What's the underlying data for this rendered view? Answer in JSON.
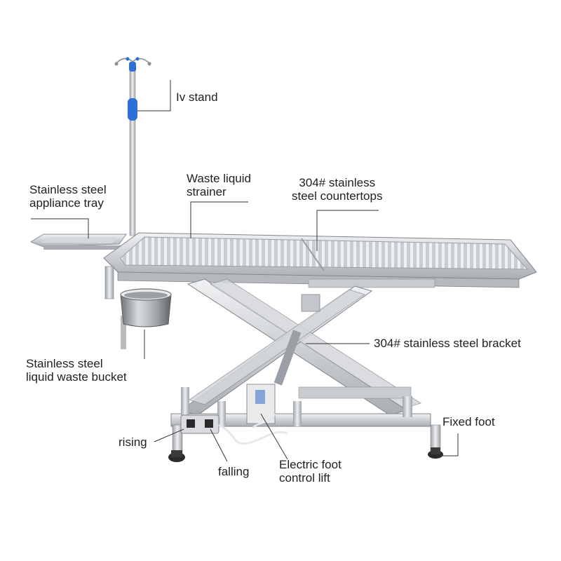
{
  "labels": {
    "iv_stand": "Iv stand",
    "waste_strainer": [
      "Waste liquid",
      "strainer"
    ],
    "countertops": [
      "304# stainless",
      "steel countertops"
    ],
    "appliance_tray": [
      "Stainless steel",
      "appliance tray"
    ],
    "bracket": "304# stainless steel bracket",
    "bucket": [
      "Stainless steel",
      "liquid waste bucket"
    ],
    "fixed_foot": "Fixed foot",
    "rising": "rising",
    "falling": "falling",
    "foot_control": [
      "Electric foot",
      "control lift"
    ]
  },
  "colors": {
    "steel_light": "#e4e6e9",
    "steel_mid": "#b9bdc2",
    "steel_dark": "#7e8388",
    "iv_blue": "#2c6fd6",
    "foot_black": "#2a2a2a",
    "leader_line": "#333333"
  }
}
